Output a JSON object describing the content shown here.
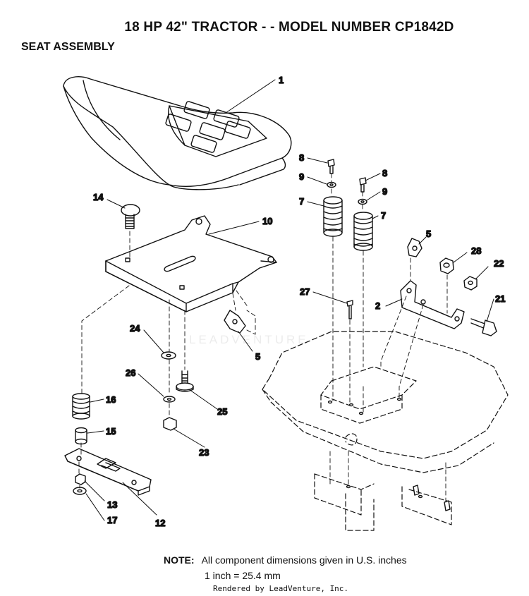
{
  "header": {
    "title": "18 HP 42\" TRACTOR - - MODEL NUMBER CP1842D",
    "subtitle": "SEAT ASSEMBLY"
  },
  "callouts": [
    {
      "id": "c1",
      "label": "1"
    },
    {
      "id": "c2",
      "label": "2"
    },
    {
      "id": "c5a",
      "label": "5"
    },
    {
      "id": "c5b",
      "label": "5"
    },
    {
      "id": "c7a",
      "label": "7"
    },
    {
      "id": "c7b",
      "label": "7"
    },
    {
      "id": "c8a",
      "label": "8"
    },
    {
      "id": "c8b",
      "label": "8"
    },
    {
      "id": "c9a",
      "label": "9"
    },
    {
      "id": "c9b",
      "label": "9"
    },
    {
      "id": "c10",
      "label": "10"
    },
    {
      "id": "c12",
      "label": "12"
    },
    {
      "id": "c13",
      "label": "13"
    },
    {
      "id": "c14",
      "label": "14"
    },
    {
      "id": "c15",
      "label": "15"
    },
    {
      "id": "c16",
      "label": "16"
    },
    {
      "id": "c17",
      "label": "17"
    },
    {
      "id": "c21",
      "label": "21"
    },
    {
      "id": "c22",
      "label": "22"
    },
    {
      "id": "c23",
      "label": "23"
    },
    {
      "id": "c24",
      "label": "24"
    },
    {
      "id": "c25",
      "label": "25"
    },
    {
      "id": "c26",
      "label": "26"
    },
    {
      "id": "c27",
      "label": "27"
    },
    {
      "id": "c28",
      "label": "28"
    }
  ],
  "watermark": "LEADVENTURE",
  "note": {
    "label": "NOTE:",
    "line1": "All component dimensions given in U.S. inches",
    "line2": "1 inch = 25.4 mm"
  },
  "footer": {
    "rendered_by": "Rendered by LeadVenture, Inc."
  }
}
